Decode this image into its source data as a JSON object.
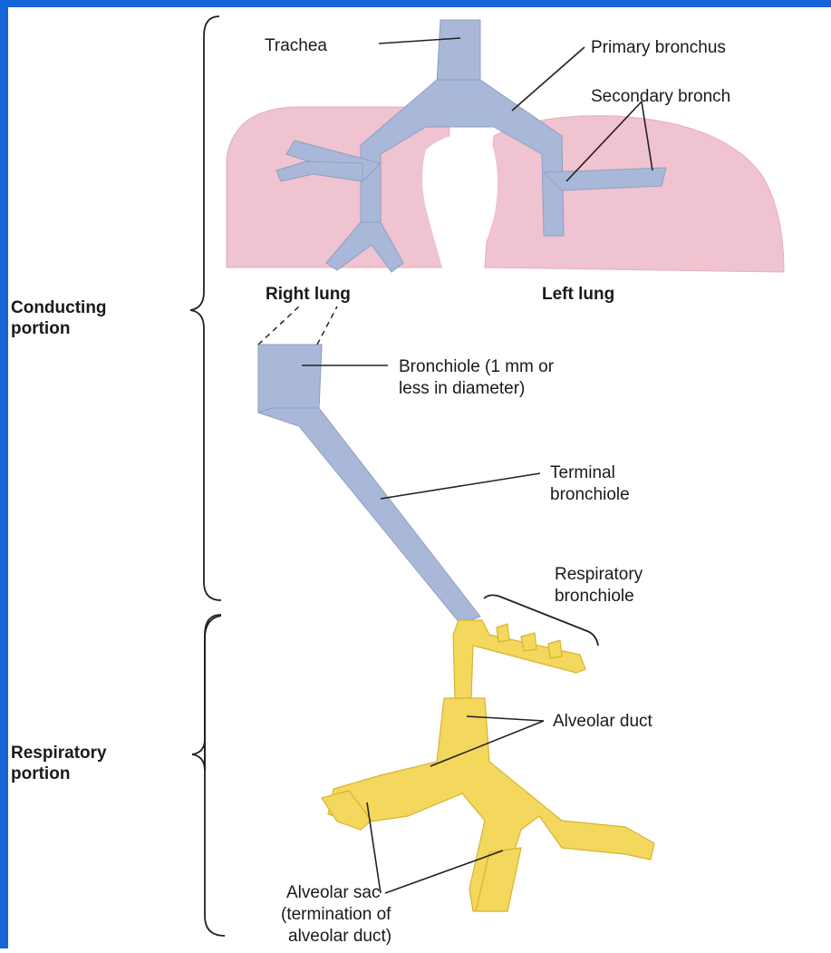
{
  "colors": {
    "frame_border": "#1565d8",
    "background": "#ffffff",
    "lung": "#efc3cf",
    "airway_conducting": "#a9b8d8",
    "airway_respiratory": "#f3d85d"
  },
  "labels": {
    "trachea": "Trachea",
    "primary_bronchus": "Primary bronchus",
    "secondary_bronchi": "Secondary bronch",
    "right_lung": "Right lung",
    "left_lung": "Left lung",
    "conducting_portion": [
      "Conducting",
      "portion"
    ],
    "bronchiole": [
      "Bronchiole (1 mm or",
      "less in diameter)"
    ],
    "terminal_bronchiole": [
      "Terminal",
      "bronchiole"
    ],
    "respiratory_bronchiole": [
      "Respiratory",
      "bronchiole"
    ],
    "alveolar_duct": "Alveolar duct",
    "respiratory_portion": [
      "Respiratory",
      "portion"
    ],
    "alveolar_sac": [
      "Alveolar sac",
      "(termination of",
      "alveolar duct)"
    ]
  }
}
